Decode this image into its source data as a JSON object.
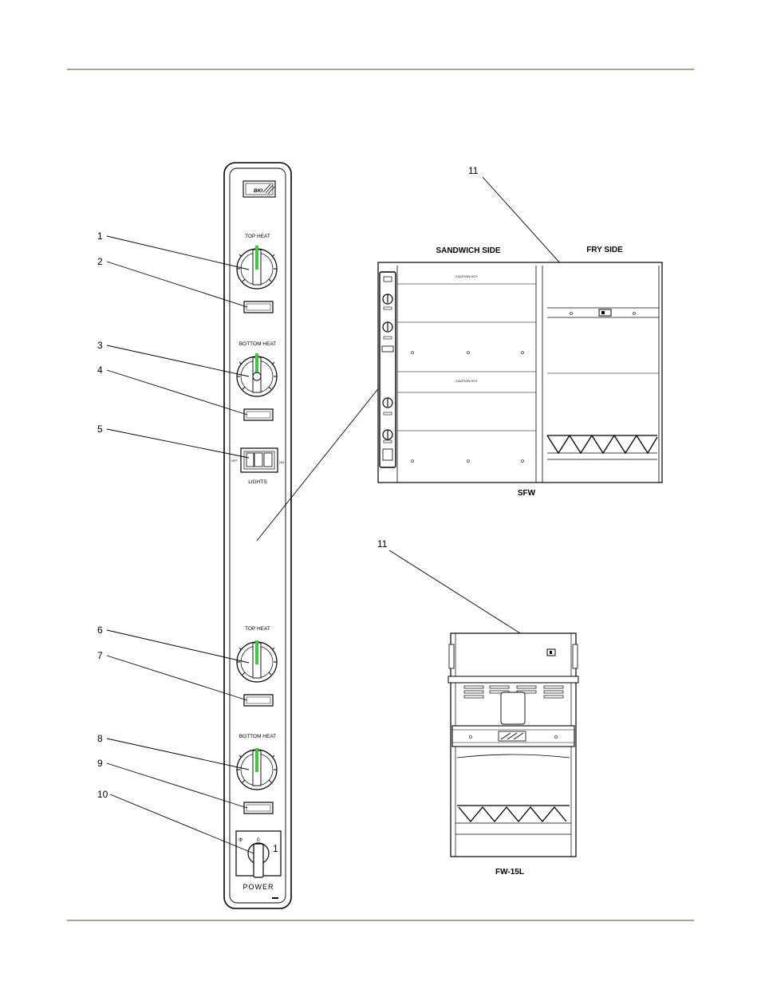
{
  "panel": {
    "logo_text": "BKI",
    "top_heat_upper": "TOP HEAT",
    "bottom_heat_upper": "BOTTOM HEAT",
    "lights_label": "LIGHTS",
    "lights_off": "OFF",
    "lights_on": "ON",
    "top_heat_lower": "TOP HEAT",
    "bottom_heat_lower": "BOTTOM HEAT",
    "power_label": "POWER",
    "power_off_mark": "0",
    "power_on_mark": "1",
    "power_symbol": "Φ"
  },
  "callouts": [
    "1",
    "2",
    "3",
    "4",
    "5",
    "6",
    "7",
    "8",
    "9",
    "10",
    "11",
    "11"
  ],
  "sfw": {
    "sandwich_side": "SANDWICH SIDE",
    "fry_side": "FRY SIDE",
    "caution_upper": "CAUTION HOT",
    "caution_lower": "CAUTION HOT",
    "caption": "SFW"
  },
  "fw15l": {
    "caption": "FW-15L"
  },
  "colors": {
    "rule": "#a7a592",
    "indicator_green": "#3ec93e",
    "line": "#000000"
  }
}
